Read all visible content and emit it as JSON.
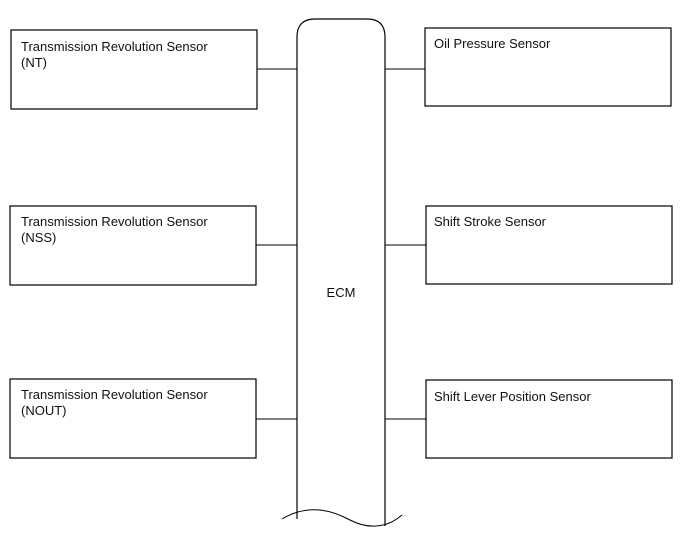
{
  "ecm": {
    "label": "ECM"
  },
  "left_sensors": [
    {
      "line1": "Transmission Revolution Sensor",
      "line2": "(NT)"
    },
    {
      "line1": "Transmission Revolution Sensor",
      "line2": "(NSS)"
    },
    {
      "line1": "Transmission Revolution Sensor",
      "line2": "(NOUT)"
    }
  ],
  "right_sensors": [
    {
      "line1": "Oil Pressure Sensor"
    },
    {
      "line1": "Shift Stroke Sensor"
    },
    {
      "line1": "Shift Lever Position Sensor"
    }
  ]
}
